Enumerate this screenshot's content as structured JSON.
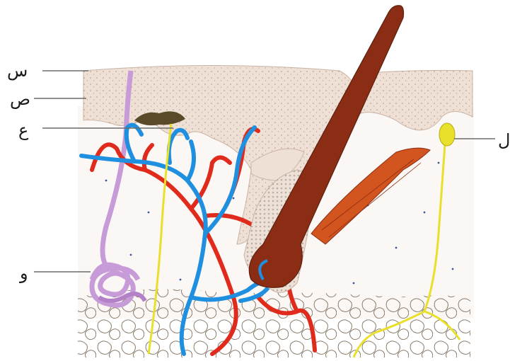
{
  "labels": {
    "sin": "س",
    "sad": "ص",
    "ain": "ع",
    "waw": "و",
    "lam": "ل"
  },
  "colors": {
    "epidermis": "#efe0d6",
    "dermis": "#fbf7f4",
    "hypodermis_cell": "#8a7a6a",
    "artery": "#e02a1c",
    "vein": "#1f8fe0",
    "nerve": "#e8e02a",
    "sweat_gland": "#c79ad8",
    "hair": "#8a2d14",
    "muscle": "#d2541e",
    "pigment": "#5a4a2a"
  }
}
